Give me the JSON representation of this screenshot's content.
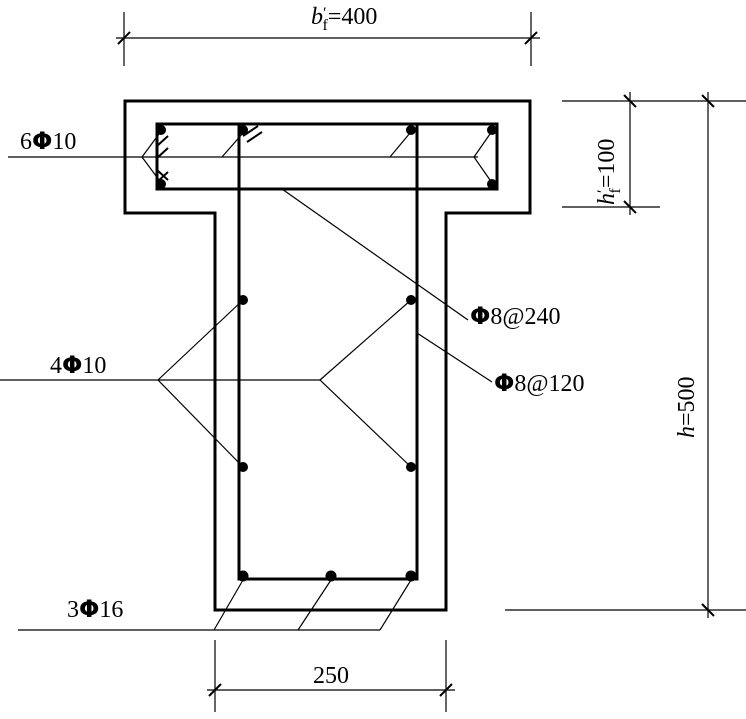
{
  "drawing": {
    "flange_width": {
      "symbol": "b",
      "prime": "′",
      "subscript": "f",
      "eq": "=400"
    },
    "flange_height": {
      "symbol": "h",
      "prime": "′",
      "subscript": "f",
      "eq": "=100"
    },
    "total_height": {
      "symbol": "h",
      "eq": "=500"
    },
    "web_width": {
      "text": "250"
    },
    "rebar_flange": {
      "count": "6",
      "symbol": "Φ",
      "size": "10"
    },
    "rebar_side": {
      "count": "4",
      "symbol": "Φ",
      "size": "10"
    },
    "rebar_bottom": {
      "count": "3",
      "symbol": "Φ",
      "size": "16"
    },
    "stirrup_flange": {
      "symbol": "Φ",
      "spec": "8@240"
    },
    "stirrup_web": {
      "symbol": "Φ",
      "spec": "8@120"
    }
  }
}
